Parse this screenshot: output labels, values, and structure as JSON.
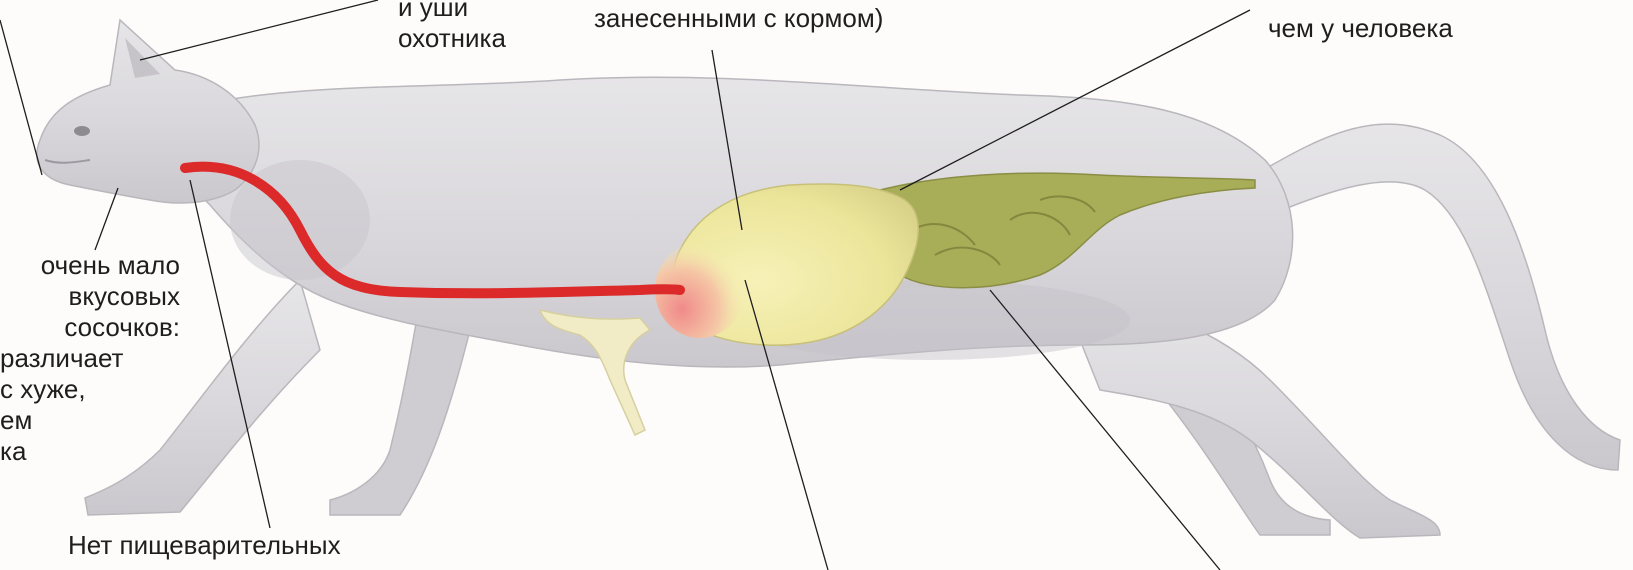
{
  "labels": {
    "ears": [
      "и уши",
      "охотника"
    ],
    "stomach_top": [
      "занесенными с кормом)"
    ],
    "intestine_top": [
      "чем у человека"
    ],
    "taste": [
      "очень мало",
      "вкусовых",
      "сосочков:",
      "различает",
      "с хуже,",
      "ем",
      "ка"
    ],
    "no_digestive": [
      "Нет пищеварительных"
    ]
  },
  "colors": {
    "cat_body": "#d9d7db",
    "esophagus": "#dc2a2a",
    "stomach": "#ebe59a",
    "intestine": "#a8ad58",
    "bones": "#f2ecc6",
    "leader_lines": "#1e1e1e"
  }
}
